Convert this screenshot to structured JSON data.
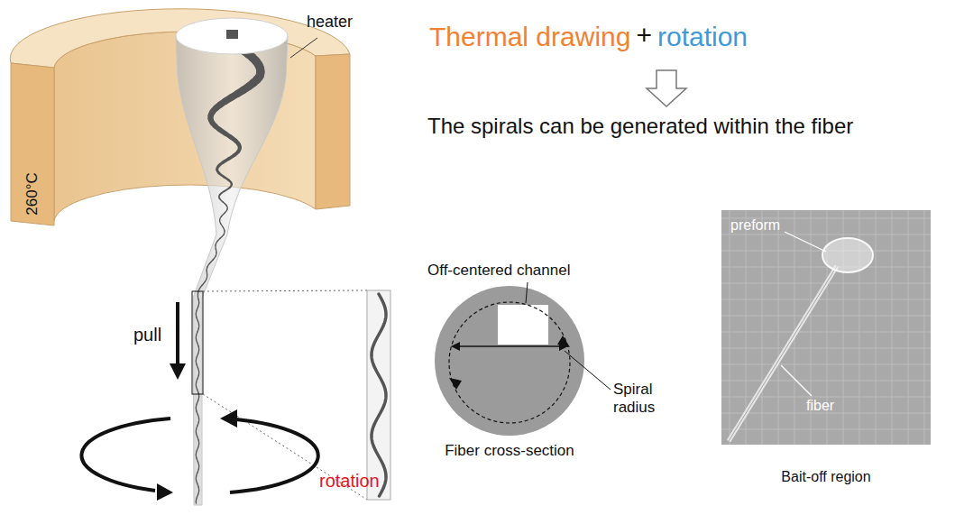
{
  "diagram": {
    "nodes": [
      {
        "text": [
          "preform",
          "fiber",
          "Bait-off region"
        ]
      }
    ],
    "labels": [
      "heater",
      "260°C",
      "Thermal drawing",
      "+",
      "rotation",
      "The spirals can be generated within the fiber",
      "pull",
      "rotation",
      "Off-centered channel",
      "Spiral radius",
      "Fiber cross-section"
    ]
  }
}
